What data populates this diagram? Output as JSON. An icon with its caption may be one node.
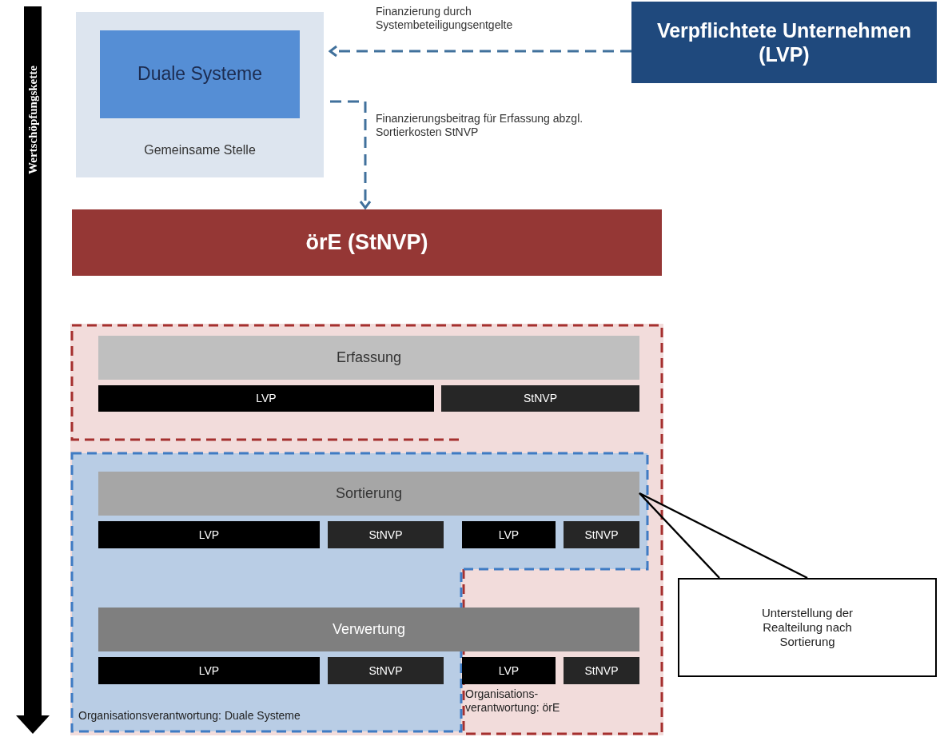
{
  "diagram": {
    "nodes": [
      {
        "text": [
          "Gemeinsame Stelle"
        ]
      },
      {
        "text": [
          "Duale Systeme"
        ],
        "in": 0
      },
      {
        "text": [
          "Verpflichtete Unternehmen (LVP)"
        ]
      },
      {
        "text": [
          "örE (StNVP)"
        ]
      },
      {
        "text": [
          "Organisations- verantwortung: örE"
        ]
      },
      {
        "text": [
          "Organisationsverantwortung: Duale Systeme"
        ],
        "in": 4
      },
      {
        "text": [
          "Erfassung"
        ],
        "in": 4
      },
      {
        "text": [
          "LVP"
        ],
        "in": 4
      },
      {
        "text": [
          "StNVP"
        ],
        "in": 4
      },
      {
        "text": [
          "Sortierung"
        ],
        "in": 5
      },
      {
        "text": [
          "LVP"
        ],
        "in": 5
      },
      {
        "text": [
          "StNVP"
        ],
        "in": 5
      },
      {
        "text": [
          "LVP"
        ],
        "in": 5
      },
      {
        "text": [
          "StNVP"
        ],
        "in": 5
      },
      {
        "text": [
          "Verwertung"
        ],
        "in": 5
      },
      {
        "text": [
          "LVP"
        ],
        "in": 5
      },
      {
        "text": [
          "StNVP"
        ],
        "in": 5
      },
      {
        "text": [
          "LVP"
        ],
        "in": 4
      },
      {
        "text": [
          "StNVP"
        ],
        "in": 4
      },
      {
        "text": [
          "Unterstellung der Realteilung nach Sortierung"
        ]
      }
    ],
    "edges": [
      {
        "from": 2,
        "to": 0,
        "arrow": "to",
        "style": "dashed",
        "label": "Finanzierung durch Systembeteiligungsentgelte"
      },
      {
        "from": 0,
        "to": 3,
        "arrow": "to",
        "style": "dashed",
        "label": "Finanzierungsbeitrag für Erfassung abzgl. Sortierkosten StNVP"
      },
      {
        "from": 19,
        "to": 9,
        "arrow": "none",
        "color": "#000000"
      }
    ],
    "labels": [
      "Wertschöpfungskette"
    ]
  }
}
